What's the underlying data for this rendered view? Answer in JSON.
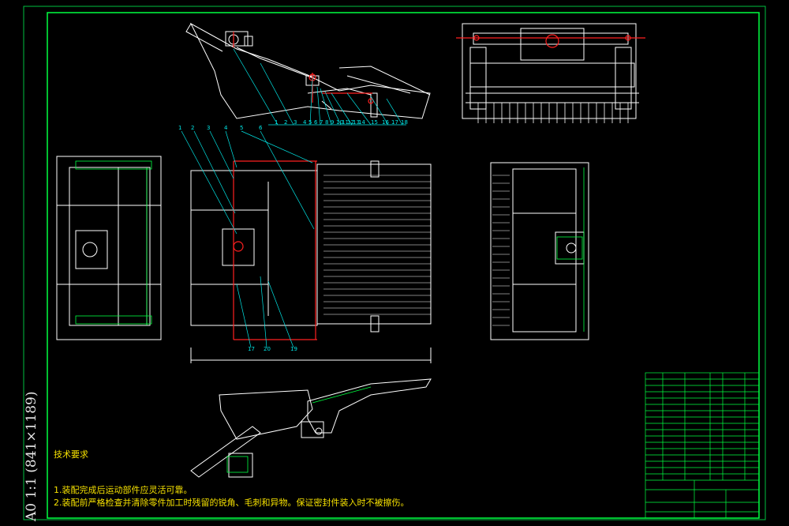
{
  "sheet": {
    "size_label": "A0 1:1 (841×1189)",
    "tech_requirements_title": "技术要求",
    "notes": [
      "1.装配完成后运动部件应灵活可靠。",
      "2.装配前严格检查并清除零件加工时残留的锐角、毛刺和异物。保证密封件装入时不被擦伤。"
    ]
  },
  "callouts": {
    "top_view": [
      "1",
      "2",
      "3",
      "4",
      "5",
      "6",
      "7",
      "8",
      "9",
      "10",
      "11",
      "12",
      "13",
      "14",
      "15",
      "16",
      "17",
      "18"
    ],
    "plan_view_top": [
      "1",
      "2",
      "3",
      "4",
      "5",
      "6"
    ],
    "plan_view_bottom": [
      "17",
      "20",
      "19"
    ]
  },
  "colors": {
    "background": "#000000",
    "outline": "#ffffff",
    "accent": "#ff2020",
    "leader": "#00e6e6",
    "table": "#00ff40",
    "text": "#f5e000"
  }
}
